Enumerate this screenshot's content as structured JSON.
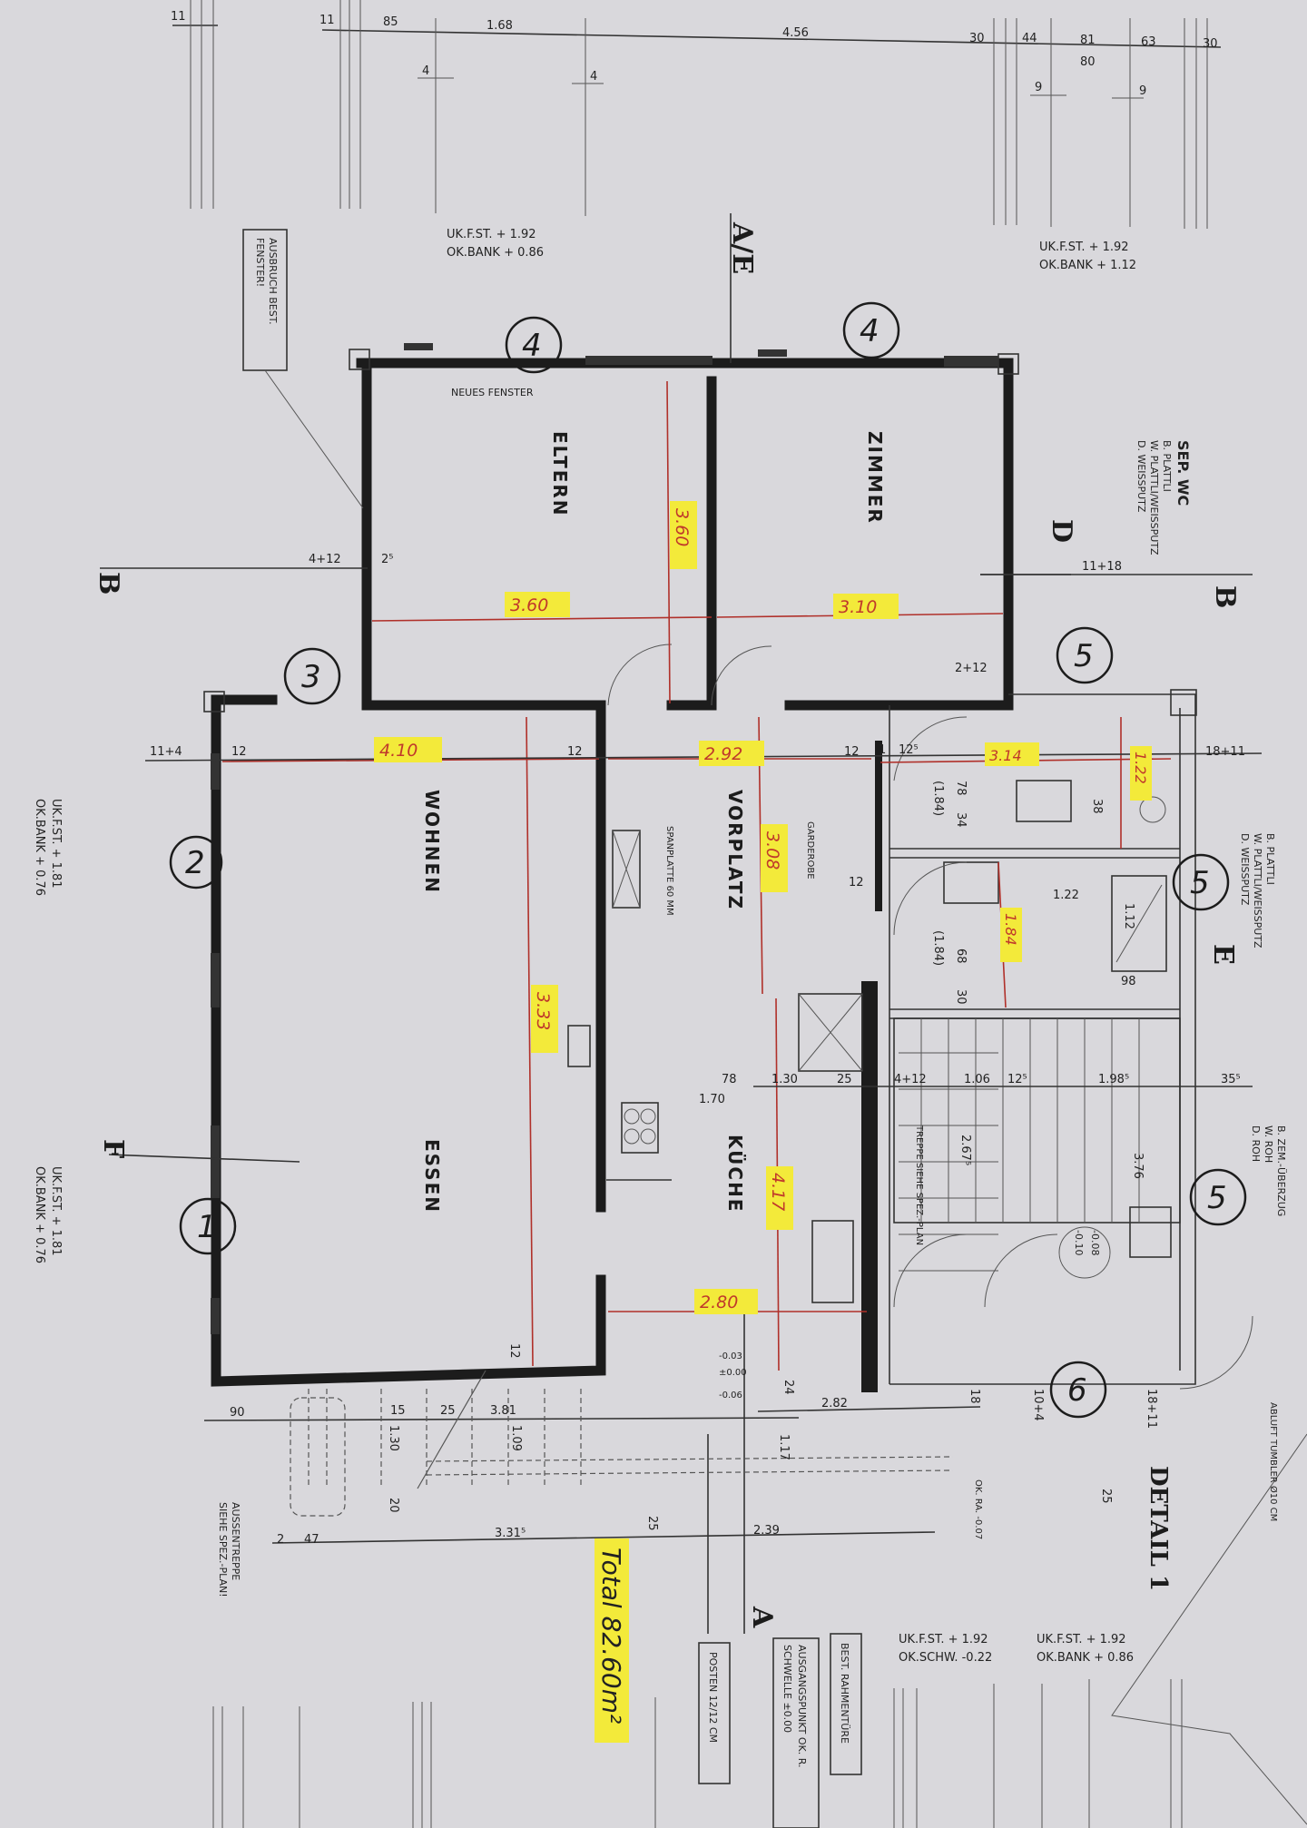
{
  "top_dimensions": [
    "11",
    "11",
    "85",
    "1.68",
    "4.56",
    "30",
    "44",
    "81",
    "80",
    "63",
    "30",
    "4",
    "4",
    "9",
    "9"
  ],
  "annotations": {
    "window_top_left": [
      "UK.F.ST. + 1.92",
      "OK.BANK + 0.86"
    ],
    "window_top_right": [
      "UK.F.ST. + 1.92",
      "OK.BANK + 1.12"
    ],
    "window_left_1": [
      "UK.F.ST. + 1.81",
      "OK.BANK + 0.76"
    ],
    "window_left_2": [
      "UK.F.ST. + 1.81",
      "OK.BANK + 0.76"
    ],
    "bottom_1": [
      "UK.F.ST. + 1.92",
      "OK.SCHW. -0.22"
    ],
    "bottom_2": [
      "UK.F.ST. + 1.92",
      "OK.BANK + 0.86"
    ],
    "ausbruch_box": [
      "AUSBRUCH BEST.",
      "FENSTER!"
    ],
    "neues_fenster": "NEUES FENSTER",
    "posten_box": "POSTEN 12/12 CM",
    "ausgangspunkt_box": [
      "AUSGANGSPUNKT OK. R.",
      "SCHWELLE ±0.00"
    ],
    "rahmentuere_box": "BEST. RAHMENTÜRE",
    "aussentreppe": [
      "AUSSENTREPPE",
      "SIEHE SPEZ.-PLAN!"
    ],
    "wc_finish": [
      "SEP. WC",
      "B. PLATTLI",
      "W. PLATTLI/WEISSPUTZ",
      "D. WEISSPUTZ"
    ],
    "bad_finish": [
      "B. PLATTLI",
      "W. PLATTLI/WEISSPUTZ",
      "D. WEISSPUTZ"
    ],
    "stair_finish": [
      "B. ZEM.-ÜBERZUG",
      "W. ROH",
      "D. ROH"
    ],
    "spanplatte": "SPANPLATTE 60 MM",
    "garderobe": "GARDEROBE",
    "treppe": "TREPPE SIEHE SPEZ.-PLAN",
    "abluft": "ABLUFT TUMBLER Ø10 CM",
    "ok_ra": "OK. RA. -0.07",
    "detail": "DETAIL 1",
    "levels": [
      "-0.03",
      "±0.00",
      "-0.06",
      "-0.08",
      "-0.10"
    ]
  },
  "rooms": {
    "eltern": "ELTERN",
    "zimmer": "ZIMMER",
    "wohnen": "WOHNEN",
    "essen": "ESSEN",
    "vorplatz": "VORPLATZ",
    "kueche": "KÜCHE"
  },
  "handwritten_measurements": {
    "eltern_width": "3.60",
    "eltern_depth": "3.60",
    "zimmer_width": "3.10",
    "wohnen_width": "4.10",
    "wohnen_depth": "3.33",
    "vorplatz_width": "2.92",
    "vorplatz_depth": "3.08",
    "kueche_depth": "4.17",
    "kueche_width": "2.80",
    "wc_width": "3.14",
    "wc_depth": "1.22",
    "bad_depth": "1.84",
    "total": "Total 82.60m²"
  },
  "plan_dimensions": [
    "4+12",
    "2⁵",
    "11+4",
    "12",
    "12",
    "12",
    "2+12",
    "11+18",
    "18+11",
    "12⁵",
    "1",
    "78",
    "34",
    "38",
    "1.22",
    "(1.84)",
    "(1.84)",
    "68",
    "30",
    "1.12",
    "98",
    "12",
    "78",
    "1.70",
    "1.30",
    "25",
    "4+12",
    "1.06",
    "12⁵",
    "1.98⁵",
    "35⁵",
    "2.67⁵",
    "3.76",
    "18",
    "12",
    "90",
    "15",
    "25",
    "3.81",
    "1.09",
    "1.30",
    "20",
    "2",
    "47",
    "3.31⁵",
    "25",
    "2.82",
    "1.17",
    "2.39",
    "18+11",
    "10+4",
    "24",
    "25"
  ],
  "window_numbers": [
    "4",
    "4",
    "3",
    "2",
    "1",
    "5",
    "5",
    "5",
    "6"
  ],
  "section_marks": [
    "B",
    "B",
    "D",
    "E",
    "F",
    "A/E",
    "A"
  ],
  "colors": {
    "paper": "#d9d8dc",
    "wall": "#1c1c1c",
    "highlight": "#f3ea3a",
    "handwriting": "#c0392b"
  }
}
